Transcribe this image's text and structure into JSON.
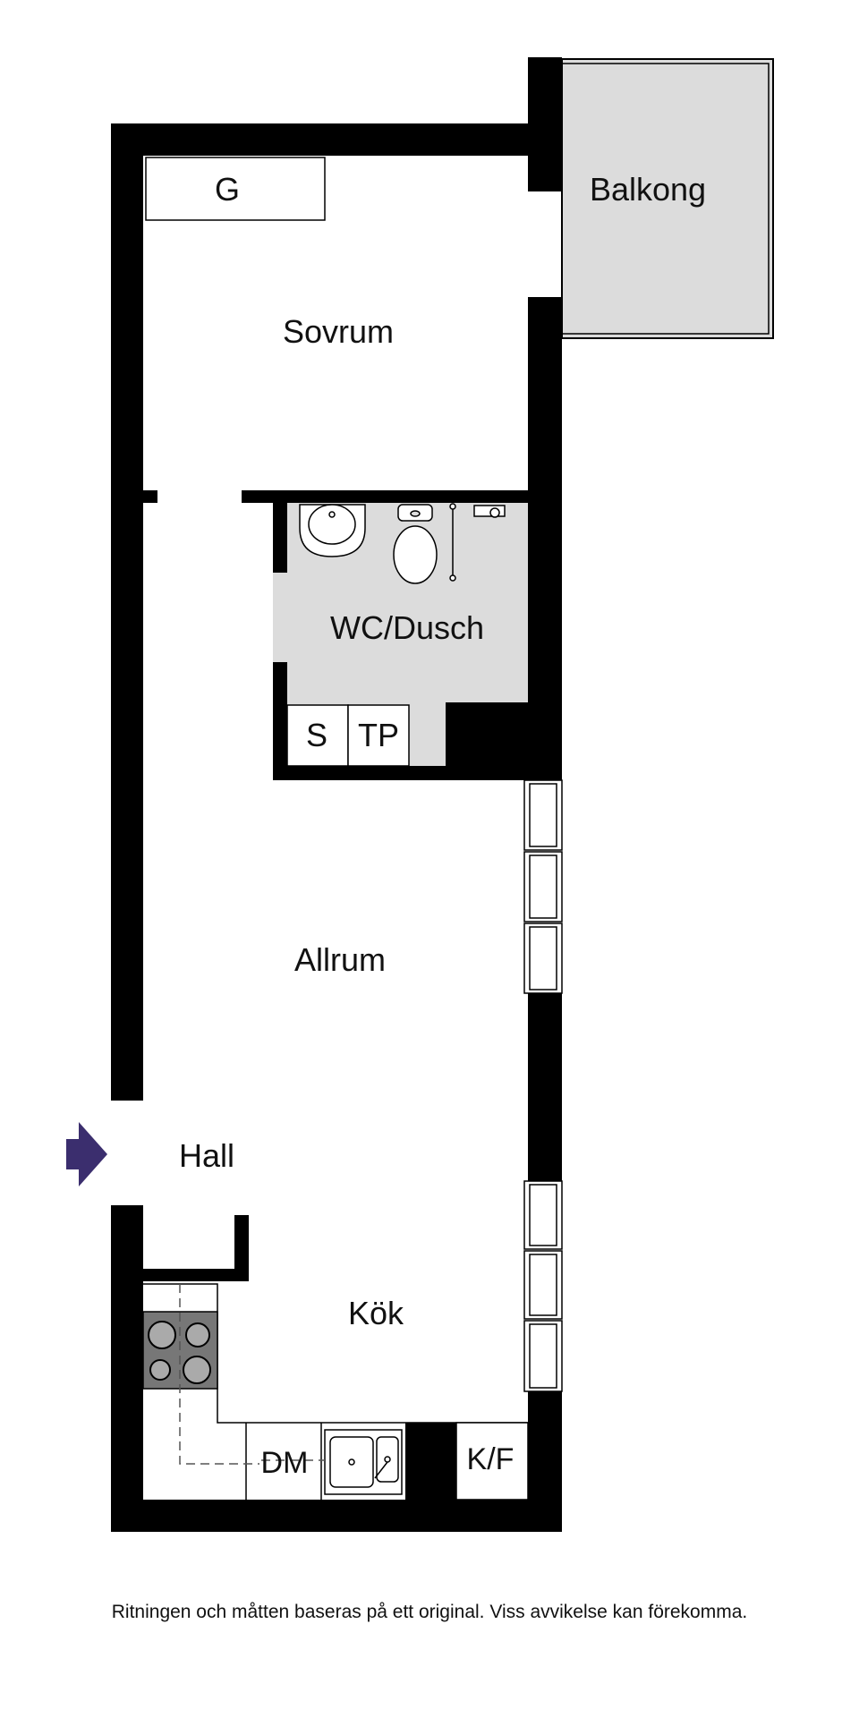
{
  "rooms": {
    "balcony": "Balkong",
    "bedroom": "Sovrum",
    "bathroom": "WC/Dusch",
    "living": "Allrum",
    "hall": "Hall",
    "kitchen": "Kök"
  },
  "fixtures": {
    "wardrobe": "G",
    "bath_storage_s": "S",
    "bath_storage_tp": "TP",
    "dishwasher": "DM",
    "fridge_freezer": "K/F"
  },
  "entrance_arrow_color": "#3b2e6e",
  "wall_color": "#000000",
  "shaded_fill": "#dcdcdc",
  "footer": {
    "disclaimer": "Ritningen och måtten baseras på ett original. Viss avvikelse kan förekomma."
  }
}
